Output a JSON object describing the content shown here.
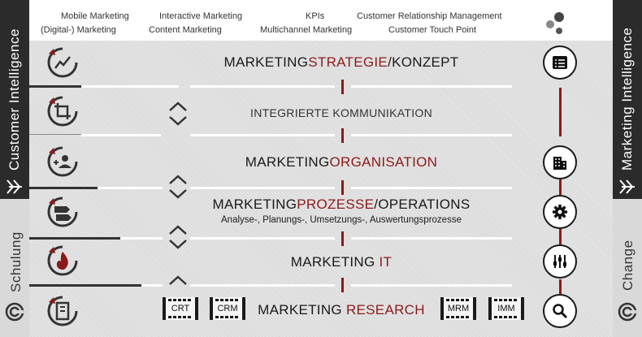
{
  "left_bar": {
    "top_label": "Customer Intelligence",
    "bottom_label": "Schulung"
  },
  "right_bar": {
    "top_label": "Marketing Intelligence",
    "bottom_label": "Change"
  },
  "top_keywords": {
    "row1": [
      "Mobile Marketing",
      "Interactive Marketing",
      "KPIs",
      "Customer Relationship Management"
    ],
    "row2": [
      "(Digital-) Marketing",
      "Content Marketing",
      "Multichannel Marketing",
      "Customer Touch Point"
    ]
  },
  "rows": {
    "strategy": {
      "black1": "MARKETING",
      "red": "STRATEGIE",
      "black2": "/KONZEPT"
    },
    "communication": {
      "text": "INTEGRIERTE KOMMUNIKATION"
    },
    "organisation": {
      "black1": "MARKETING",
      "red": "ORGANISATION"
    },
    "processes": {
      "black1": "MARKETING",
      "red": "PROZESSE",
      "black2": "/OPERATIONS",
      "subtitle": "Analyse-, Planungs-, Umsetzungs-, Auswertungsprozesse"
    },
    "it": {
      "black1": "MARKETING ",
      "red": "IT"
    },
    "research": {
      "black1": "MARKETING ",
      "red": "RESEARCH"
    }
  },
  "tags": [
    "CRT",
    "CRM",
    "MRM",
    "IMM"
  ],
  "colors": {
    "accent_red": "#8b1a1a",
    "dark": "#2b2b2b",
    "panel": "#dcdcdc"
  },
  "icons": {
    "left": [
      "trend-chart-icon",
      "crop-icon",
      "group-add-icon",
      "sign-arrows-icon",
      "flame-icon",
      "phone-book-icon"
    ],
    "right": [
      "dashboard-list-icon",
      "building-icon",
      "gear-icon",
      "equalizer-icon",
      "magnifier-icon"
    ]
  }
}
